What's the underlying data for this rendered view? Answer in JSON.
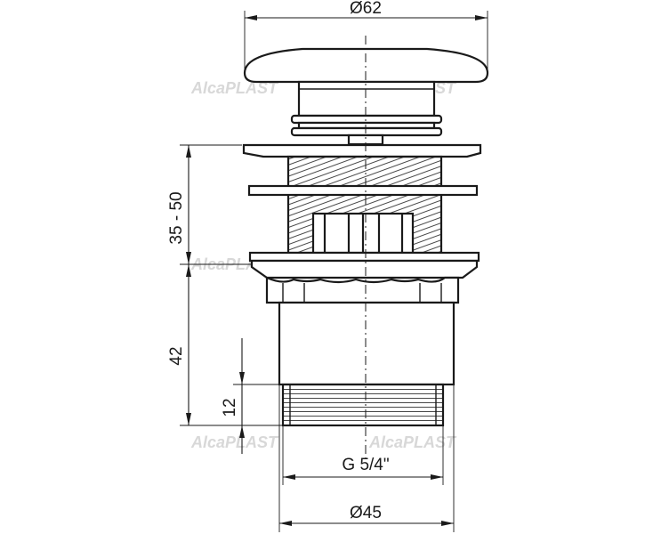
{
  "drawing": {
    "dimensions": {
      "cap_diameter": "Ø62",
      "height_range": "35 - 50",
      "body_height": "42",
      "thread_length": "12",
      "thread_size": "G 5/4\"",
      "body_diameter": "Ø45"
    },
    "watermark": "AlcaPLAST"
  }
}
